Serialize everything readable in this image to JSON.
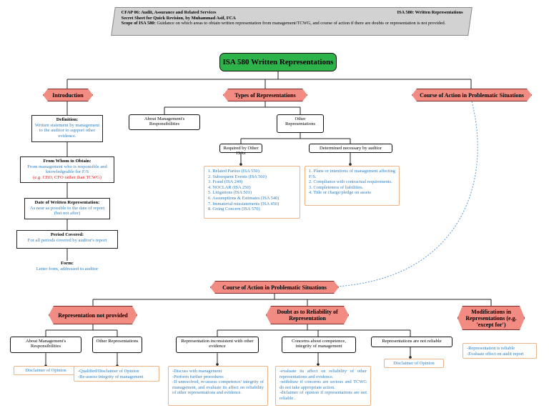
{
  "header": {
    "course": "CFAP 06: Audit, Assurance and Related Services",
    "topic": "ISA 580: Written Representations",
    "author": "Secret Sheet for Quick Revision, by Muhammad Asif, FCA",
    "scope_label": "Scope of ISA 580:",
    "scope_text": "Guidance on which areas to obtain written representation from management/TCWG, and course of action if there are doubts or representation is not provided."
  },
  "title": "ISA 580 Written Representations",
  "branches": {
    "introduction": "Introduction",
    "types": "Types of Representations",
    "course_top": "Course of Action in Problematic Situations"
  },
  "intro": {
    "definition": {
      "label": "Definition:",
      "text": "Written statement by management to the auditor to support other evidence."
    },
    "whom": {
      "label": "From Whom to Obtain:",
      "text": "From management who is responsible and knowledgeable for F/S",
      "note": "(e.g. CEO, CFO rather than TCWG)"
    },
    "date": {
      "label": "Date of Written Representation:",
      "text": "As near as possible to the date of report (but not after)"
    },
    "period": {
      "label": "Period Covered:",
      "text": "For all periods covered by auditor's report"
    },
    "form": {
      "label": "Form:",
      "text": "Letter form, addressed to auditor"
    }
  },
  "types": {
    "mgmt": "About Management's Responsibilities",
    "other": "Other Representations",
    "required": "Required by Other ISAs",
    "determined": "Determined necessary by auditor",
    "required_list": [
      "1. Related Parties (ISA 550)",
      "2. Subsequent Events (ISA 560)",
      "3. Fraud (ISA 240)",
      "4. NOCLAR (ISA 250)",
      "5. Litigations (ISA 501)",
      "6. Assumptions & Estimates (ISA 540)",
      "7. Immaterial misstatements (ISA 450)",
      "8. Going Concern (ISA 570)"
    ],
    "determined_list": [
      "1. Plans or intentions of management affecting F/S.",
      "2. Compliance with contractual requirements.",
      "3. Completeness of liabilities.",
      "4. Title or charge/pledge on assets"
    ]
  },
  "course": {
    "title": "Course of Action in Problematic Situations",
    "not_provided": "Representation not provided",
    "doubt": "Doubt as to Reliability of Representation",
    "modifications": "Modifications in Representations (e.g. 'except for')",
    "np_mgmt": "About Management's Responsibilities",
    "np_other": "Other Representations",
    "np_mgmt_action": "Disclaimer of Opinion",
    "np_other_actions": [
      "-Qualified/Disclaimer of Opinion",
      "-Re-assess integrity of management"
    ],
    "doubt_inconsistent": "Representation inconsistent with other evidence",
    "doubt_concerns": "Concerns about competence, integrity of management",
    "doubt_not_reliable": "Representations are not reliable",
    "inconsistent_actions": [
      "-Discuss with management",
      "-Perform further procedures",
      "-If unresolved, re-assess competence/ integrity of management, and evaluate its affect on reliability of other representations and evidence."
    ],
    "concerns_actions": [
      "-evaluate its affect on reliability of other representations and evidence.",
      "-withdraw if concerns are serious and TCWG do not take appropriate action.",
      "-diclaimer of opinion if representations are not reliable ."
    ],
    "not_reliable_action": "Disclaimer of Opinion",
    "mod_actions": [
      "-Representation is reliable",
      "-Evaluate effect on audit report"
    ]
  }
}
